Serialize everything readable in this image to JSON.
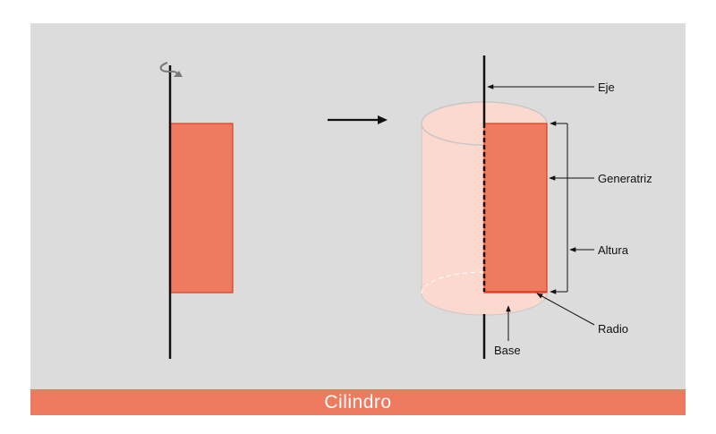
{
  "title": "Cilindro",
  "labels": {
    "eje": "Eje",
    "generatriz": "Generatriz",
    "altura": "Altura",
    "radio": "Radio",
    "base": "Base"
  },
  "icons": {
    "rotation": "rotation-arrow-icon",
    "transform": "right-arrow-icon"
  },
  "colors": {
    "panel_background": "#dcdcdc",
    "rectangle_fill": "#ee7b5f",
    "rectangle_stroke": "#e33a1c",
    "cylinder_fill": "#fbd9cf",
    "title_bar": "#ee7b5f",
    "title_text": "#ffffff",
    "lines": "#111111"
  }
}
